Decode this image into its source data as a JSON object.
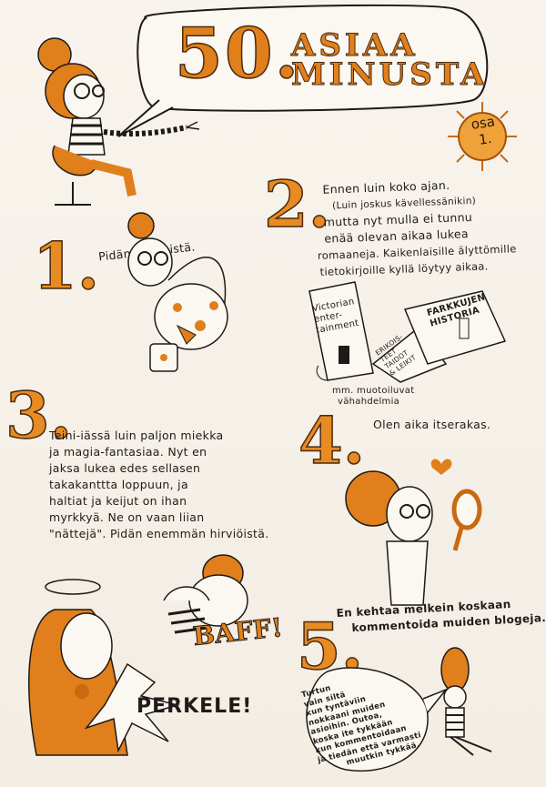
{
  "title": {
    "number": "50.",
    "line1": "ASIAA",
    "line2": "MINUSTA"
  },
  "part_badge": {
    "line1": "osa",
    "line2": "1."
  },
  "items": [
    {
      "num": "1.",
      "text": [
        "Pidän kitschistä."
      ]
    },
    {
      "num": "2.",
      "text": [
        "Ennen luin koko ajan.",
        "(Luin joskus kävellessänikin)",
        "mutta nyt mulla ei tunnu",
        "enää olevan aikaa lukea",
        "romaaneja. Kaikenlaisille älyttömille",
        "tietokirjoille kyllä löytyy aikaa."
      ]
    },
    {
      "num": "3.",
      "text": [
        "Teini-iässä luin paljon miekka",
        "ja magia-fantasiaa. Nyt en",
        "jaksa lukea edes sellasen",
        "takakanttta loppuun, ja",
        "haltiat ja keijut on ihan",
        "myrkkyä. Ne on vaan liian",
        "\"nättejä\". Pidän enemmän hirviöistä."
      ]
    },
    {
      "num": "4.",
      "text": [
        "Olen aika itserakas."
      ]
    },
    {
      "num": "5.",
      "text": [
        "En kehtaa melkein koskaan",
        "kommentoida muiden blogeja."
      ]
    }
  ],
  "books": {
    "book1": [
      "Victorian",
      "enter-",
      "tainment"
    ],
    "book2": [
      "ERIKOIS-",
      "TEET",
      "TAIDOT",
      "& LEIKIT"
    ],
    "book3": [
      "FARKKUJEN",
      "HISTORIA"
    ],
    "caption": [
      "mm. muotoiluvat",
      "vähahdelmia"
    ]
  },
  "sfx": {
    "baff": "BAFF!",
    "perkele": "PERKELE!"
  },
  "speech5": [
    "Turtun",
    "vain siltä",
    "kun tyntäviin",
    "nokkaani muiden",
    "asioihin. Outoa,",
    "koska ite tykkään",
    "kun kommentoidaan",
    "ja tiedän että varmasti",
    "muutkin tykkää."
  ],
  "colors": {
    "accent": "#e07f1b",
    "ink": "#1d1a17",
    "paper": "#f6f1ea"
  }
}
